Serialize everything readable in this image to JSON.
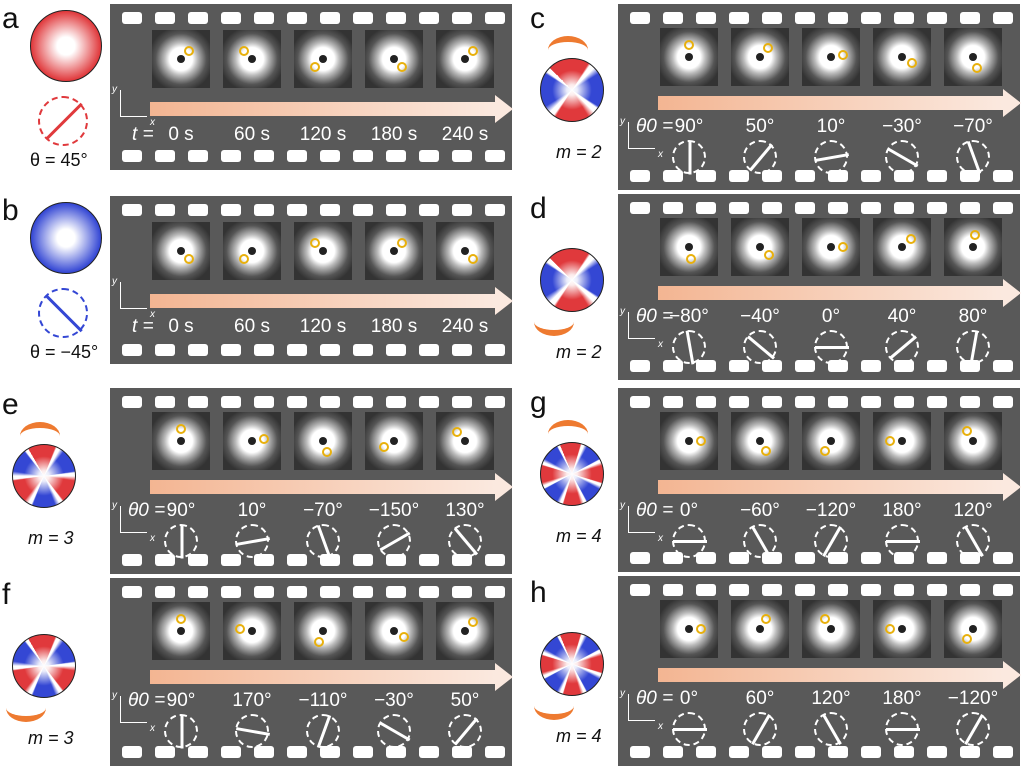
{
  "panels": [
    {
      "id": "a",
      "kind": "time",
      "mode_style": "red-ring",
      "caption": "θ = 45°",
      "angle": 45,
      "angle_color": "#e0393c",
      "header": "t =",
      "labels": [
        "0 s",
        "60 s",
        "120 s",
        "180 s",
        "240 s"
      ]
    },
    {
      "id": "b",
      "kind": "time",
      "mode_style": "blue-ring",
      "caption": "θ = −45°",
      "angle": -45,
      "angle_color": "#3447d4",
      "header": "t =",
      "labels": [
        "0 s",
        "60 s",
        "120 s",
        "180 s",
        "240 s"
      ]
    },
    {
      "id": "c",
      "kind": "theta",
      "m": 2,
      "caption": "m = 2",
      "rotation": "counterclockwise",
      "header": "θ0 =",
      "labels": [
        "90°",
        "50°",
        "10°",
        "−30°",
        "−70°"
      ],
      "angles": [
        90,
        50,
        10,
        -30,
        -70
      ]
    },
    {
      "id": "d",
      "kind": "theta",
      "m": 2,
      "caption": "m = 2",
      "rotation": "clockwise",
      "header": "θ0 =",
      "labels": [
        "−80°",
        "−40°",
        "0°",
        "40°",
        "80°"
      ],
      "angles": [
        -80,
        -40,
        0,
        40,
        80
      ]
    },
    {
      "id": "e",
      "kind": "theta",
      "m": 3,
      "caption": "m = 3",
      "rotation": "counterclockwise",
      "header": "θ0 =",
      "labels": [
        "90°",
        "10°",
        "−70°",
        "−150°",
        "130°"
      ],
      "angles": [
        90,
        10,
        -70,
        -150,
        130
      ]
    },
    {
      "id": "f",
      "kind": "theta",
      "m": 3,
      "caption": "m = 3",
      "rotation": "clockwise",
      "header": "θ0 =",
      "labels": [
        "90°",
        "170°",
        "−110°",
        "−30°",
        "50°"
      ],
      "angles": [
        90,
        170,
        -110,
        -30,
        50
      ]
    },
    {
      "id": "g",
      "kind": "theta",
      "m": 4,
      "caption": "m = 4",
      "rotation": "counterclockwise",
      "header": "θ0 =",
      "labels": [
        "0°",
        "−60°",
        "−120°",
        "180°",
        "120°"
      ],
      "angles": [
        0,
        -60,
        -120,
        180,
        120
      ]
    },
    {
      "id": "h",
      "kind": "theta",
      "m": 4,
      "caption": "m = 4",
      "rotation": "clockwise",
      "header": "θ0 =",
      "labels": [
        "0°",
        "60°",
        "120°",
        "180°",
        "−120°"
      ],
      "angles": [
        0,
        60,
        120,
        180,
        -120
      ]
    }
  ],
  "axis_labels": {
    "x": "x",
    "y": "y"
  },
  "colors": {
    "film": "#595959",
    "red": "#e0393c",
    "blue": "#3447d4",
    "marker": "#e8b00c",
    "rotation_arrow": "#ee7a30"
  }
}
